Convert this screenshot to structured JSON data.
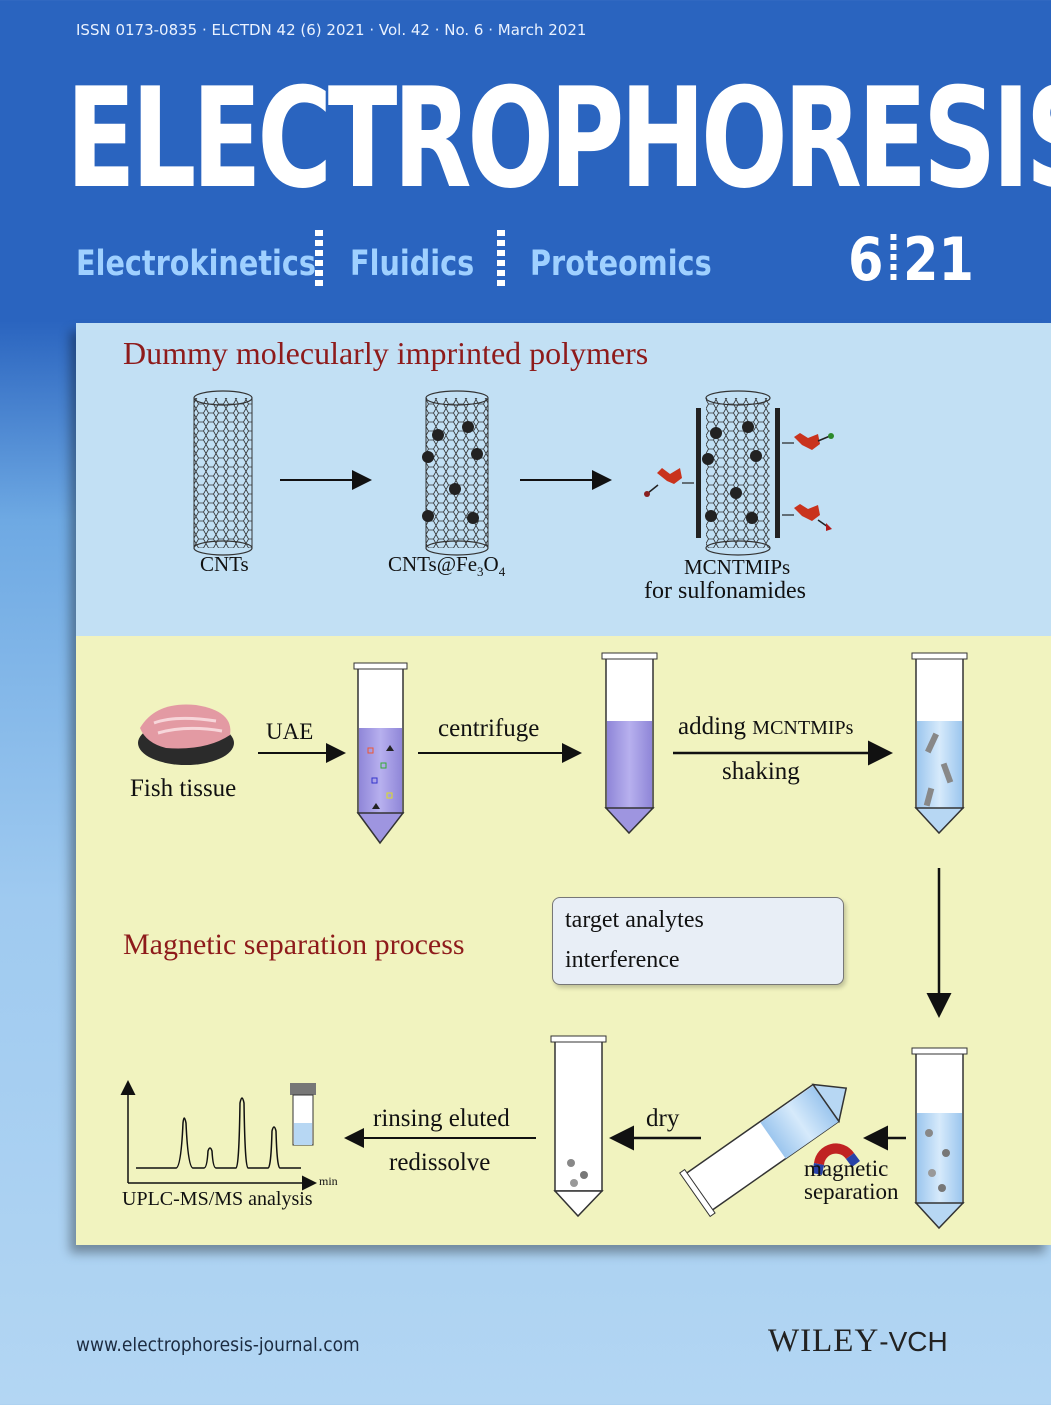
{
  "header": {
    "issn_line": "ISSN 0173-0835 · ELCTDN 42 (6) 2021 · Vol. 42 · No. 6 · March 2021",
    "title": "ELECTROPHORESIS",
    "subjects": [
      "Electrokinetics",
      "Fluidics",
      "Proteomics"
    ],
    "issue_number": "6",
    "issue_year": "21"
  },
  "figure": {
    "top_title": "Dummy molecularly imprinted polymers",
    "cnts_label": "CNTs",
    "cnts_fe_label_main": "CNTs@Fe",
    "cnts_fe_sub1": "3",
    "cnts_fe_o": "O",
    "cnts_fe_sub2": "4",
    "mcnt_label": "MCNTMIPs",
    "mcnt_for": "for  sulfonamides",
    "fish_label": "Fish tissue",
    "uae_label": "UAE",
    "centrifuge_label": "centrifuge",
    "adding_label": "adding",
    "adding_reagent": "MCNTMIPs",
    "shaking_label": "shaking",
    "process_title": "Magnetic separation process",
    "legend": {
      "target": "target analytes",
      "interference": "interference"
    },
    "magnetic_label_1": "magnetic",
    "magnetic_label_2": "separation",
    "dry_label": "dry",
    "rinsing_label": "rinsing eluted",
    "redissolve_label": "redissolve",
    "analysis_label": "UPLC-MS/MS analysis",
    "min_label": "min"
  },
  "footer": {
    "url": "www.electrophoresis-journal.com",
    "publisher_main": "WILEY",
    "publisher_suffix": "-VCH"
  },
  "colors": {
    "header_blue": "#2a64bf",
    "subject_blue": "#9fd0ff",
    "panel_top": "#c2e0f4",
    "panel_bottom": "#f1f3bf",
    "title_red": "#8e1b1b"
  }
}
